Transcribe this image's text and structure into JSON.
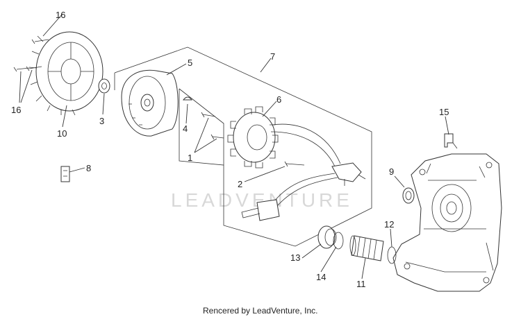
{
  "diagram": {
    "callouts": [
      "1",
      "2",
      "3",
      "4",
      "5",
      "6",
      "7",
      "8",
      "9",
      "10",
      "11",
      "12",
      "13",
      "14",
      "15",
      "16",
      "16"
    ],
    "watermark": "LEADVENTURE",
    "footer": "Rencered by LeadVenture, Inc."
  }
}
